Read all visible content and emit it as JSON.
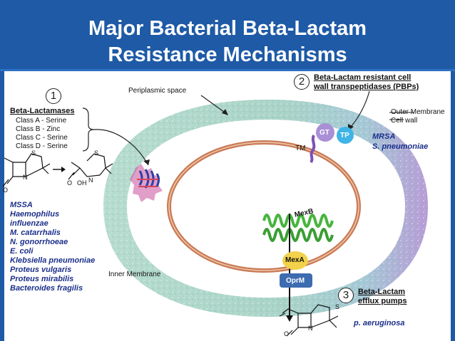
{
  "title": {
    "line1": "Major Bacterial Beta-Lactam",
    "line2": "Resistance Mechanisms"
  },
  "mechanisms": {
    "one": {
      "number": "1",
      "heading": "Beta-Lactamases",
      "classes": [
        "Class A - Serine",
        "Class B - Zinc",
        "Class C - Serine",
        "Class D - Serine"
      ]
    },
    "two": {
      "number": "2",
      "heading_line1": "Beta-Lactam resistant cell",
      "heading_line2": "wall transpeptidases (PBPs)"
    },
    "three": {
      "number": "3",
      "heading_line1": "Beta-Lactam",
      "heading_line2": "efflux pumps"
    }
  },
  "labels": {
    "periplasmic_space": "Periplasmic space",
    "outer_membrane": "Outer Membrane",
    "cell_wall": "Cell wall",
    "inner_membrane": "Inner Membrane",
    "gt": "GT",
    "tp": "TP",
    "tm": "TM",
    "mexb": "MexB",
    "mexa": "MexA",
    "oprm": "OprM",
    "atom_s": "S",
    "atom_n": "N",
    "atom_o": "O",
    "atom_oh": "OH"
  },
  "organisms": {
    "left": [
      "MSSA",
      "Haemophilus",
      "influenzae",
      "M. catarrhalis",
      "N. gonorrhoeae",
      "E. coli",
      "Klebsiella pneumoniae",
      "Proteus vulgaris",
      "Proteus mirabilis",
      "Bacteroides fragilis"
    ],
    "pbp": [
      "MRSA",
      "S. pneumoniae"
    ],
    "efflux": "p. aeruginosa"
  },
  "colors": {
    "title_band": "#1e5aa6",
    "title_text": "#ffffff",
    "outer_ring": "#a9d3c7",
    "outer_ring_purple": "#b79bd6",
    "inner_membrane": "#c97a57",
    "mexb_green": "#46b53d",
    "mexa_yellow": "#f2d24a",
    "oprm_blue": "#3d6cb0",
    "gt_purple": "#a98fd6",
    "tp_cyan": "#3fb4e6",
    "organism_text": "#1b2f8a"
  }
}
